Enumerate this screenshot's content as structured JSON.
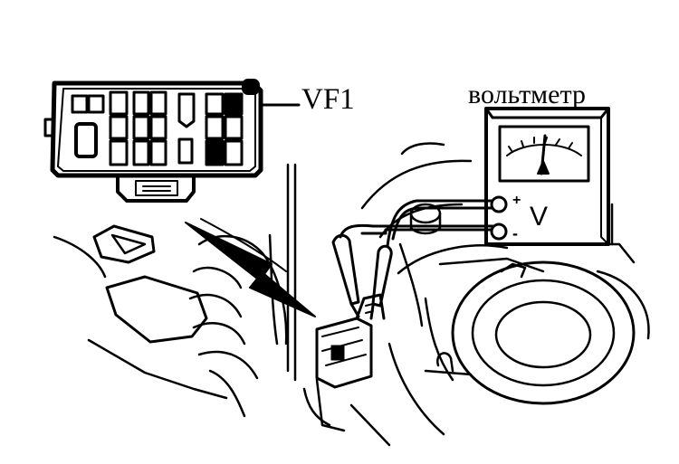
{
  "labels": {
    "connector_name": "VF1",
    "meter_name": "вольтметр",
    "terminal_plus": "+",
    "terminal_minus": "-",
    "meter_symbol": "V"
  },
  "colors": {
    "ink": "#000000",
    "paper": "#ffffff"
  }
}
